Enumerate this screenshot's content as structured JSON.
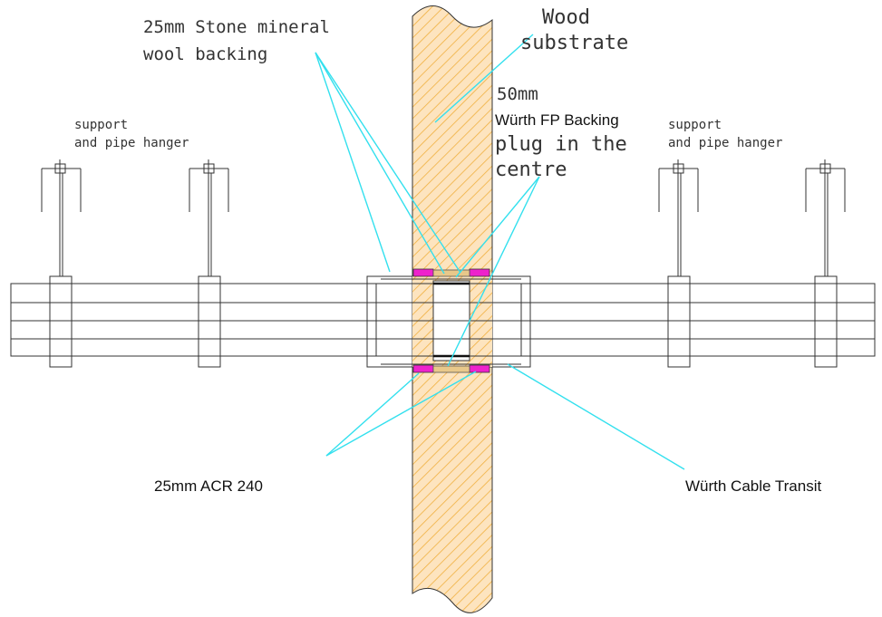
{
  "labels": {
    "stone_wool": [
      "25mm Stone mineral",
      "wool backing"
    ],
    "wood": [
      "Wood",
      "substrate"
    ],
    "fp_size": "50mm",
    "fp_name": "Würth FP Backing",
    "fp_desc": [
      "plug in the",
      "centre"
    ],
    "support_left": [
      "support",
      "and pipe hanger"
    ],
    "support_right": [
      "support",
      "and pipe hanger"
    ],
    "acr": "25mm ACR 240",
    "cable_transit": "Würth Cable Transit"
  },
  "colors": {
    "wood_fill": "#fde4bf",
    "wood_hatch": "#f0b040",
    "seal_magenta": "#ee22cc",
    "leader_cyan": "#33e0ee",
    "line": "#333333"
  }
}
